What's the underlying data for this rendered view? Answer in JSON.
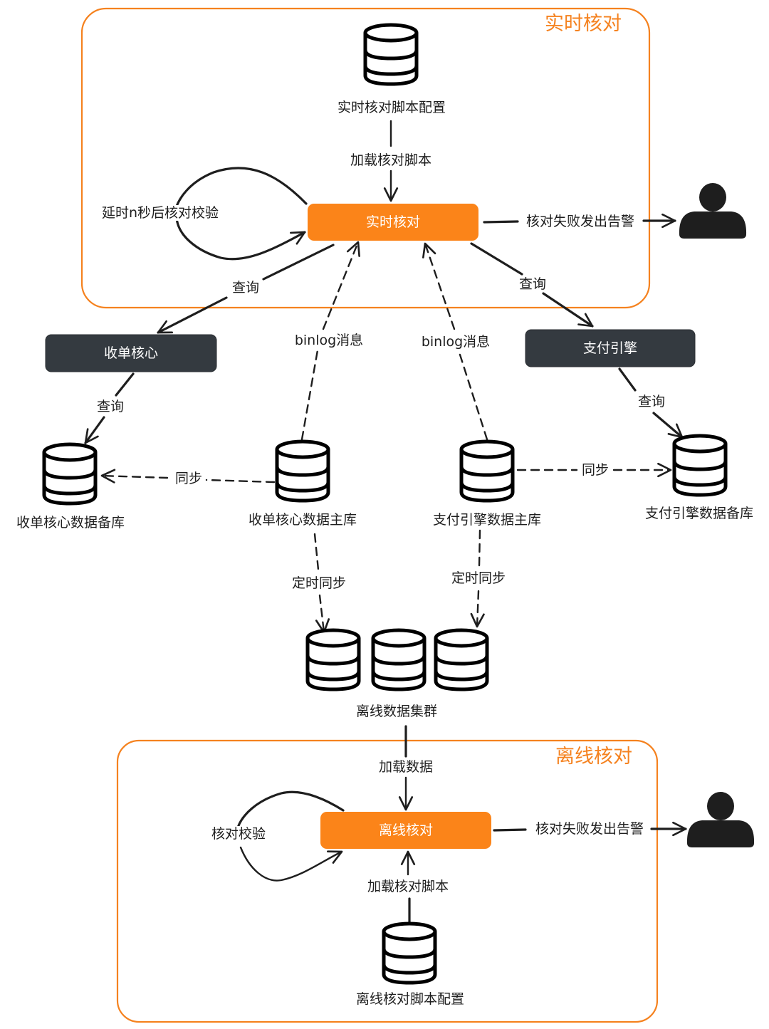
{
  "groups": {
    "realtime": {
      "title": "实时核对"
    },
    "offline": {
      "title": "离线核对"
    }
  },
  "nodes": {
    "realtime_script_db": {
      "label": "实时核对脚本配置",
      "icon": "database-icon"
    },
    "realtime_check": {
      "label": "实时核对"
    },
    "order_core": {
      "label": "收单核心"
    },
    "payment_engine": {
      "label": "支付引擎"
    },
    "order_backup_db": {
      "label": "收单核心数据备库",
      "icon": "database-icon"
    },
    "order_master_db": {
      "label": "收单核心数据主库",
      "icon": "database-icon"
    },
    "payment_master_db": {
      "label": "支付引擎数据主库",
      "icon": "database-icon"
    },
    "payment_backup_db": {
      "label": "支付引擎数据备库",
      "icon": "database-icon"
    },
    "offline_cluster": {
      "label": "离线数据集群",
      "icon": "database-cluster-icon"
    },
    "offline_check": {
      "label": "离线核对"
    },
    "offline_script_db": {
      "label": "离线核对脚本配置",
      "icon": "database-icon"
    },
    "user_realtime": {
      "icon": "user-icon"
    },
    "user_offline": {
      "icon": "user-icon"
    }
  },
  "edges": {
    "load_realtime_script": "加载核对脚本",
    "realtime_loop": "延时n秒后核对校验",
    "realtime_alert": "核对失败发出告警",
    "query_order_core": "查询",
    "query_payment_engine": "查询",
    "binlog_order": "binlog消息",
    "binlog_payment": "binlog消息",
    "order_core_query_db": "查询",
    "payment_engine_query_db": "查询",
    "order_sync": "同步",
    "payment_sync": "同步",
    "order_scheduled_sync": "定时同步",
    "payment_scheduled_sync": "定时同步",
    "load_data": "加载数据",
    "offline_loop": "核对校验",
    "offline_alert": "核对失败发出告警",
    "load_offline_script": "加载核对脚本"
  },
  "colors": {
    "accent": "#f5821f",
    "process_fill": "#fb8419",
    "service_fill": "#343a40",
    "ink": "#1e1e1e"
  }
}
